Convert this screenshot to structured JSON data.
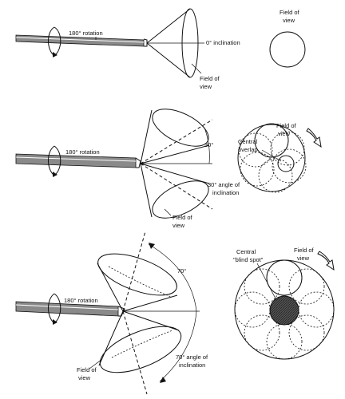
{
  "panel_0deg": {
    "rotation": "180° rotation",
    "inclination": "0° inclination",
    "fov_label_line1": "Field of",
    "fov_label_line2": "view",
    "side_label_line1": "Field of",
    "side_label_line2": "view"
  },
  "panel_30deg": {
    "rotation": "180° rotation",
    "angle": "30°",
    "inclination_line1": "30° angle of",
    "inclination_line2": "inclination",
    "fov_label_line1": "Field of",
    "fov_label_line2": "view",
    "side_fov_line1": "Field of",
    "side_fov_line2": "view",
    "overlap_line1": "Central",
    "overlap_line2": "overlap"
  },
  "panel_70deg": {
    "rotation": "180° rotation",
    "angle": "70°",
    "inclination_line1": "70° angle of",
    "inclination_line2": "inclination",
    "fov_label_line1": "Field of",
    "fov_label_line2": "view",
    "side_fov_line1": "Field of",
    "side_fov_line2": "view",
    "blind_line1": "Central",
    "blind_line2": "\"blind spot\""
  }
}
